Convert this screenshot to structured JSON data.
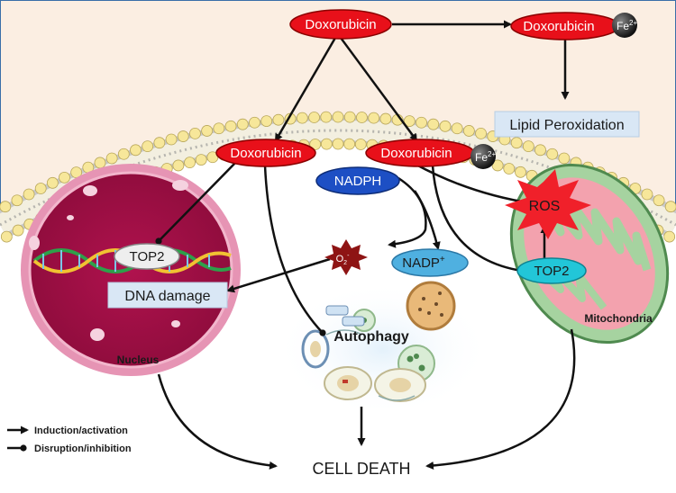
{
  "nodes": {
    "dox_top": "Doxorubicin",
    "dox_fe_top": "Doxorubicin",
    "fe_top": "Fe",
    "fe_top_sup": "2+",
    "lipid": "Lipid Peroxidation",
    "dox_left": "Doxorubicin",
    "dox_fe_mid": "Doxorubicin",
    "fe_mid": "Fe",
    "fe_mid_sup": "2+",
    "nadph": "NADPH",
    "nadp": "NADP",
    "nadp_sup": "+",
    "ros": "ROS",
    "top2_nucleus": "TOP2",
    "top2_mito": "TOP2",
    "superoxide": "O",
    "superoxide_sub": "2",
    "superoxide_sup": "-",
    "dna_damage": "DNA damage",
    "autophagy": "Autophagy",
    "nucleus": "Nucleus",
    "mitochondria": "Mitochondria",
    "cell_death": "CELL DEATH"
  },
  "legend": {
    "induction": "Induction/activation",
    "disruption": "Disruption/inhibition"
  },
  "colors": {
    "doxorubicin": "#e8101a",
    "nadph": "#1d4fc4",
    "nadp": "#4fb0e0",
    "top2_mito": "#22c6d8",
    "ros": "#f0202a",
    "nucleus": "#c2185b",
    "mitochondria": "#a6d3a0",
    "membrane_head": "#f7e79a"
  }
}
